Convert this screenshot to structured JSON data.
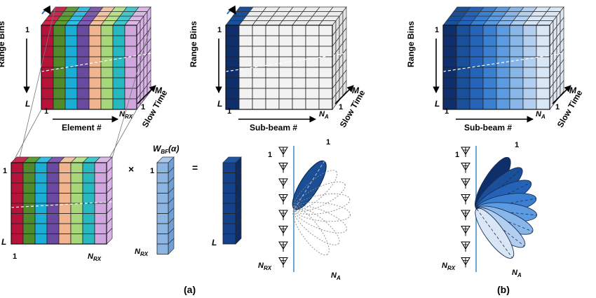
{
  "labels": {
    "range_bins": "Range Bins",
    "slow_time": "Slow Time",
    "element_axis": "Element #",
    "subbeam_axis": "Sub-beam #",
    "one": "1",
    "L": "L",
    "M": "M",
    "N": "N",
    "sub_RX": "RX",
    "sub_A": "A",
    "sub_BF": "BF",
    "W": "W",
    "alpha_arg": "(α)",
    "times": "×",
    "equals": "=",
    "panel_a": "(a)",
    "panel_b": "(b)"
  },
  "colors": {
    "element_fronts": [
      "#b5133a",
      "#4f8a2b",
      "#1aaed6",
      "#6a4aa0",
      "#f0b48e",
      "#a8d67a",
      "#27b9bf",
      "#cfa6dd"
    ],
    "element_tops": [
      "#c8294e",
      "#5e9c36",
      "#35bde1",
      "#7c5bb1",
      "#f4c3a2",
      "#b9e08d",
      "#44c7cc",
      "#dbb8e6"
    ],
    "subbeam_blues": [
      "#0e2f6b",
      "#1a4f9a",
      "#2563b8",
      "#3a7fd0",
      "#5d9be0",
      "#88b6e8",
      "#b3cff0",
      "#d9e6f6"
    ],
    "steering_front": "#8db5e2",
    "output_front": "#14428a",
    "array_line": "#4a90c4",
    "beam_highlight": "#1b4e92",
    "grid_empty": "#f2f2f2"
  }
}
